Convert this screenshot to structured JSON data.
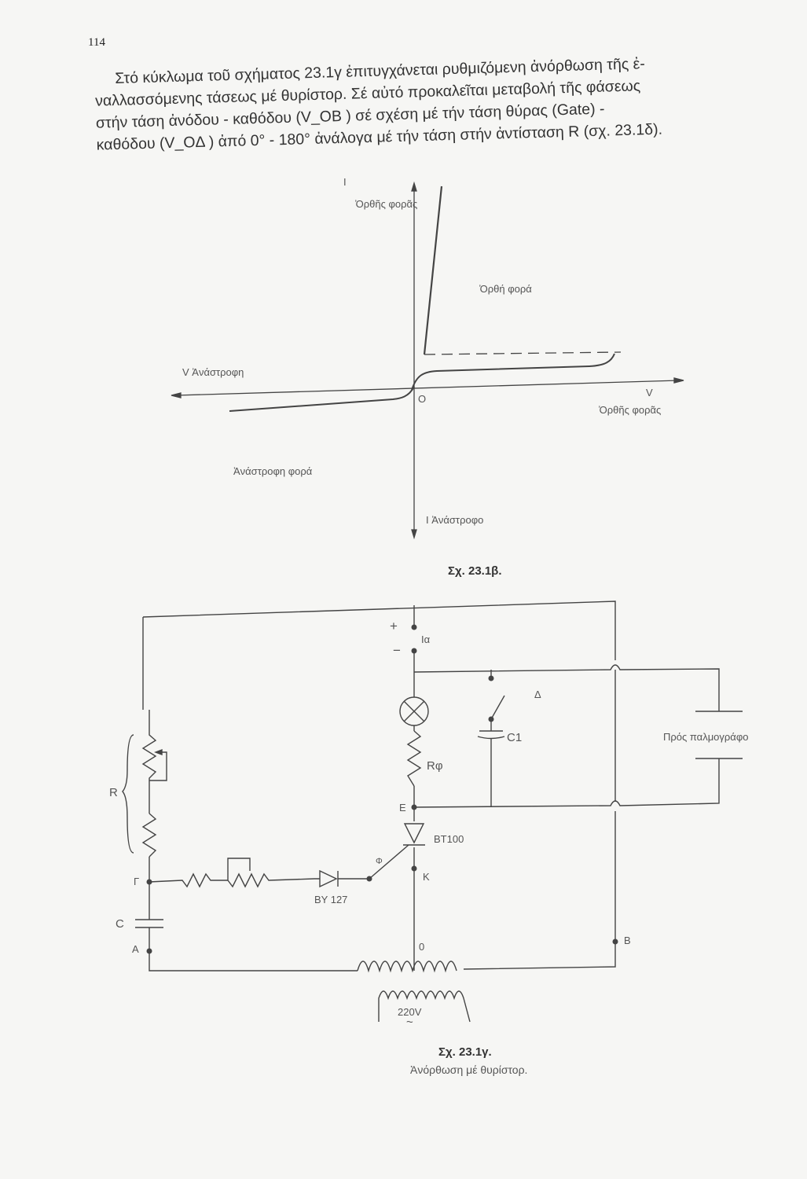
{
  "page_number": "114",
  "paragraph": [
    "Στό κύκλωμα τοῦ σχήματος 23.1γ ἐπιτυγχάνεται ρυθμιζόμενη ἀνόρθωση τῆς ἐ-",
    "ναλλασσόμενης τάσεως μέ θυρίστορ. Σέ αὐτό προκαλεῖται μεταβολή τῆς φάσεως",
    "στήν τάση ἀνόδου - καθόδου (V_OB ) σέ σχέση μέ τήν τάση θύρας (Gate) -",
    "καθόδου (V_OΔ ) ἀπό 0° - 180° ἀνάλογα μέ τήν τάση στήν ἀντίσταση R (σχ. 23.1δ)."
  ],
  "figure_b": {
    "y_axis_top": "I",
    "y_axis_top_sub": "Ὀρθῆς φορᾶς",
    "region_forward": "Ὀρθή φορά",
    "x_axis_left": "V Ἀνάστροφη",
    "origin": "O",
    "x_axis_right": "V",
    "x_axis_right_sub": "Ὀρθῆς φορᾶς",
    "region_reverse": "Ἀνάστροφη φορά",
    "y_axis_bottom": "I Ἀνάστροφο",
    "caption": "Σχ. 23.1β."
  },
  "figure_c": {
    "plus": "+",
    "minus": "−",
    "ia": "Iα",
    "switch": "Δ",
    "c1": "C1",
    "oscilloscope": "Πρός παλμογράφο",
    "r_phi": "Rφ",
    "r": "R",
    "node_e": "Ε",
    "thyristor": "BT100",
    "gate": "Φ",
    "node_k": "Κ",
    "node_g": "Γ",
    "diode": "BY 127",
    "cap_c": "C",
    "node_a": "Α",
    "node_o": "0",
    "node_b": "Β",
    "supply": "220V",
    "ac": "~",
    "caption": "Σχ. 23.1γ.",
    "subcaption": "Ἀνόρθωση μέ θυρίστορ."
  }
}
